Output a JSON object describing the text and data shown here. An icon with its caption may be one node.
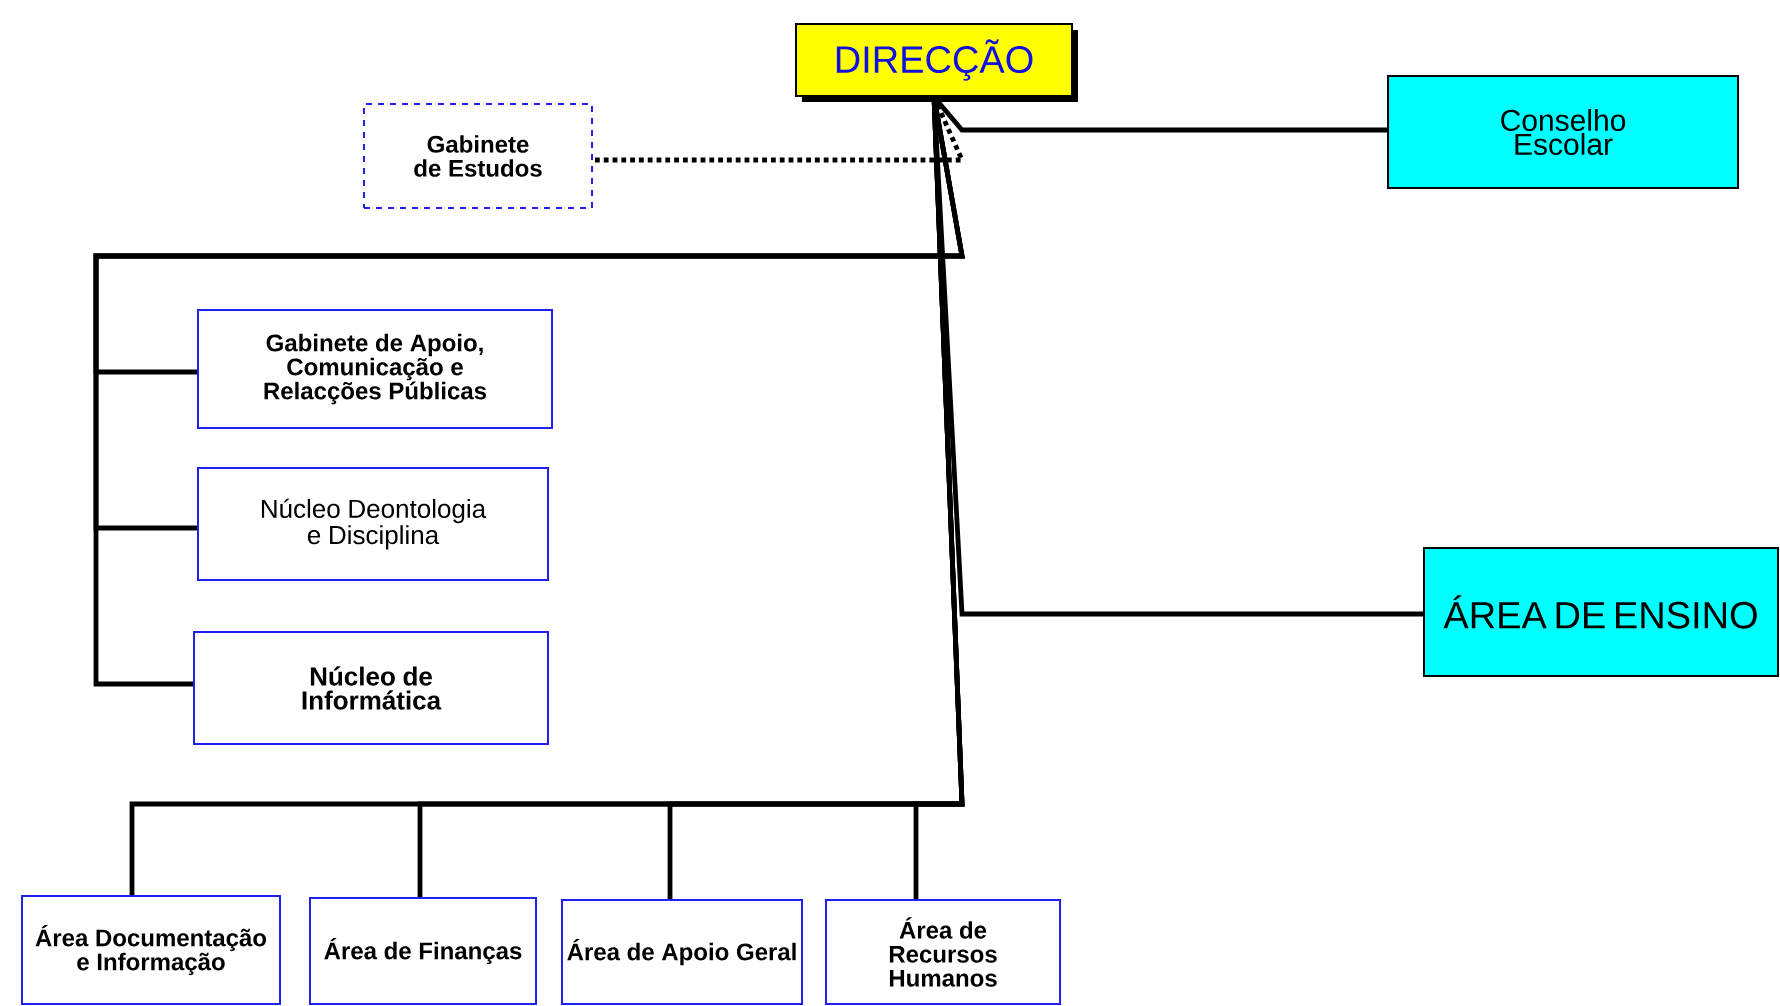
{
  "diagram": {
    "nodes": [
      {
        "text": [
          "DIRECÇÃO"
        ]
      },
      {
        "text": [
          "Gabinete de Estudos"
        ]
      },
      {
        "text": [
          "Conselho Escolar"
        ]
      },
      {
        "text": [
          "Gabinete de Apoio, Comunicação e Relacções Públicas"
        ]
      },
      {
        "text": [
          "Núcleo Deontologia e Disciplina"
        ]
      },
      {
        "text": [
          "Núcleo de Informática"
        ]
      },
      {
        "text": [
          "ÁREA DE ENSINO"
        ]
      },
      {
        "text": [
          "Área Documentação e Informação"
        ]
      },
      {
        "text": [
          "Área de Finanças"
        ]
      },
      {
        "text": [
          "Área de Apoio Geral"
        ]
      },
      {
        "text": [
          "Área de Recursos Humanos"
        ]
      }
    ],
    "edges": [
      {
        "from": 0,
        "to": 1,
        "arrow": "none",
        "style": "dashed"
      },
      {
        "from": 0,
        "to": 2,
        "arrow": "none"
      },
      {
        "from": 0,
        "to": 3,
        "arrow": "none"
      },
      {
        "from": 0,
        "to": 4,
        "arrow": "none"
      },
      {
        "from": 0,
        "to": 5,
        "arrow": "none"
      },
      {
        "from": 0,
        "to": 6,
        "arrow": "none"
      },
      {
        "from": 0,
        "to": 7,
        "arrow": "none"
      },
      {
        "from": 0,
        "to": 8,
        "arrow": "none"
      },
      {
        "from": 0,
        "to": 9,
        "arrow": "none"
      },
      {
        "from": 0,
        "to": 10,
        "arrow": "none"
      }
    ]
  }
}
